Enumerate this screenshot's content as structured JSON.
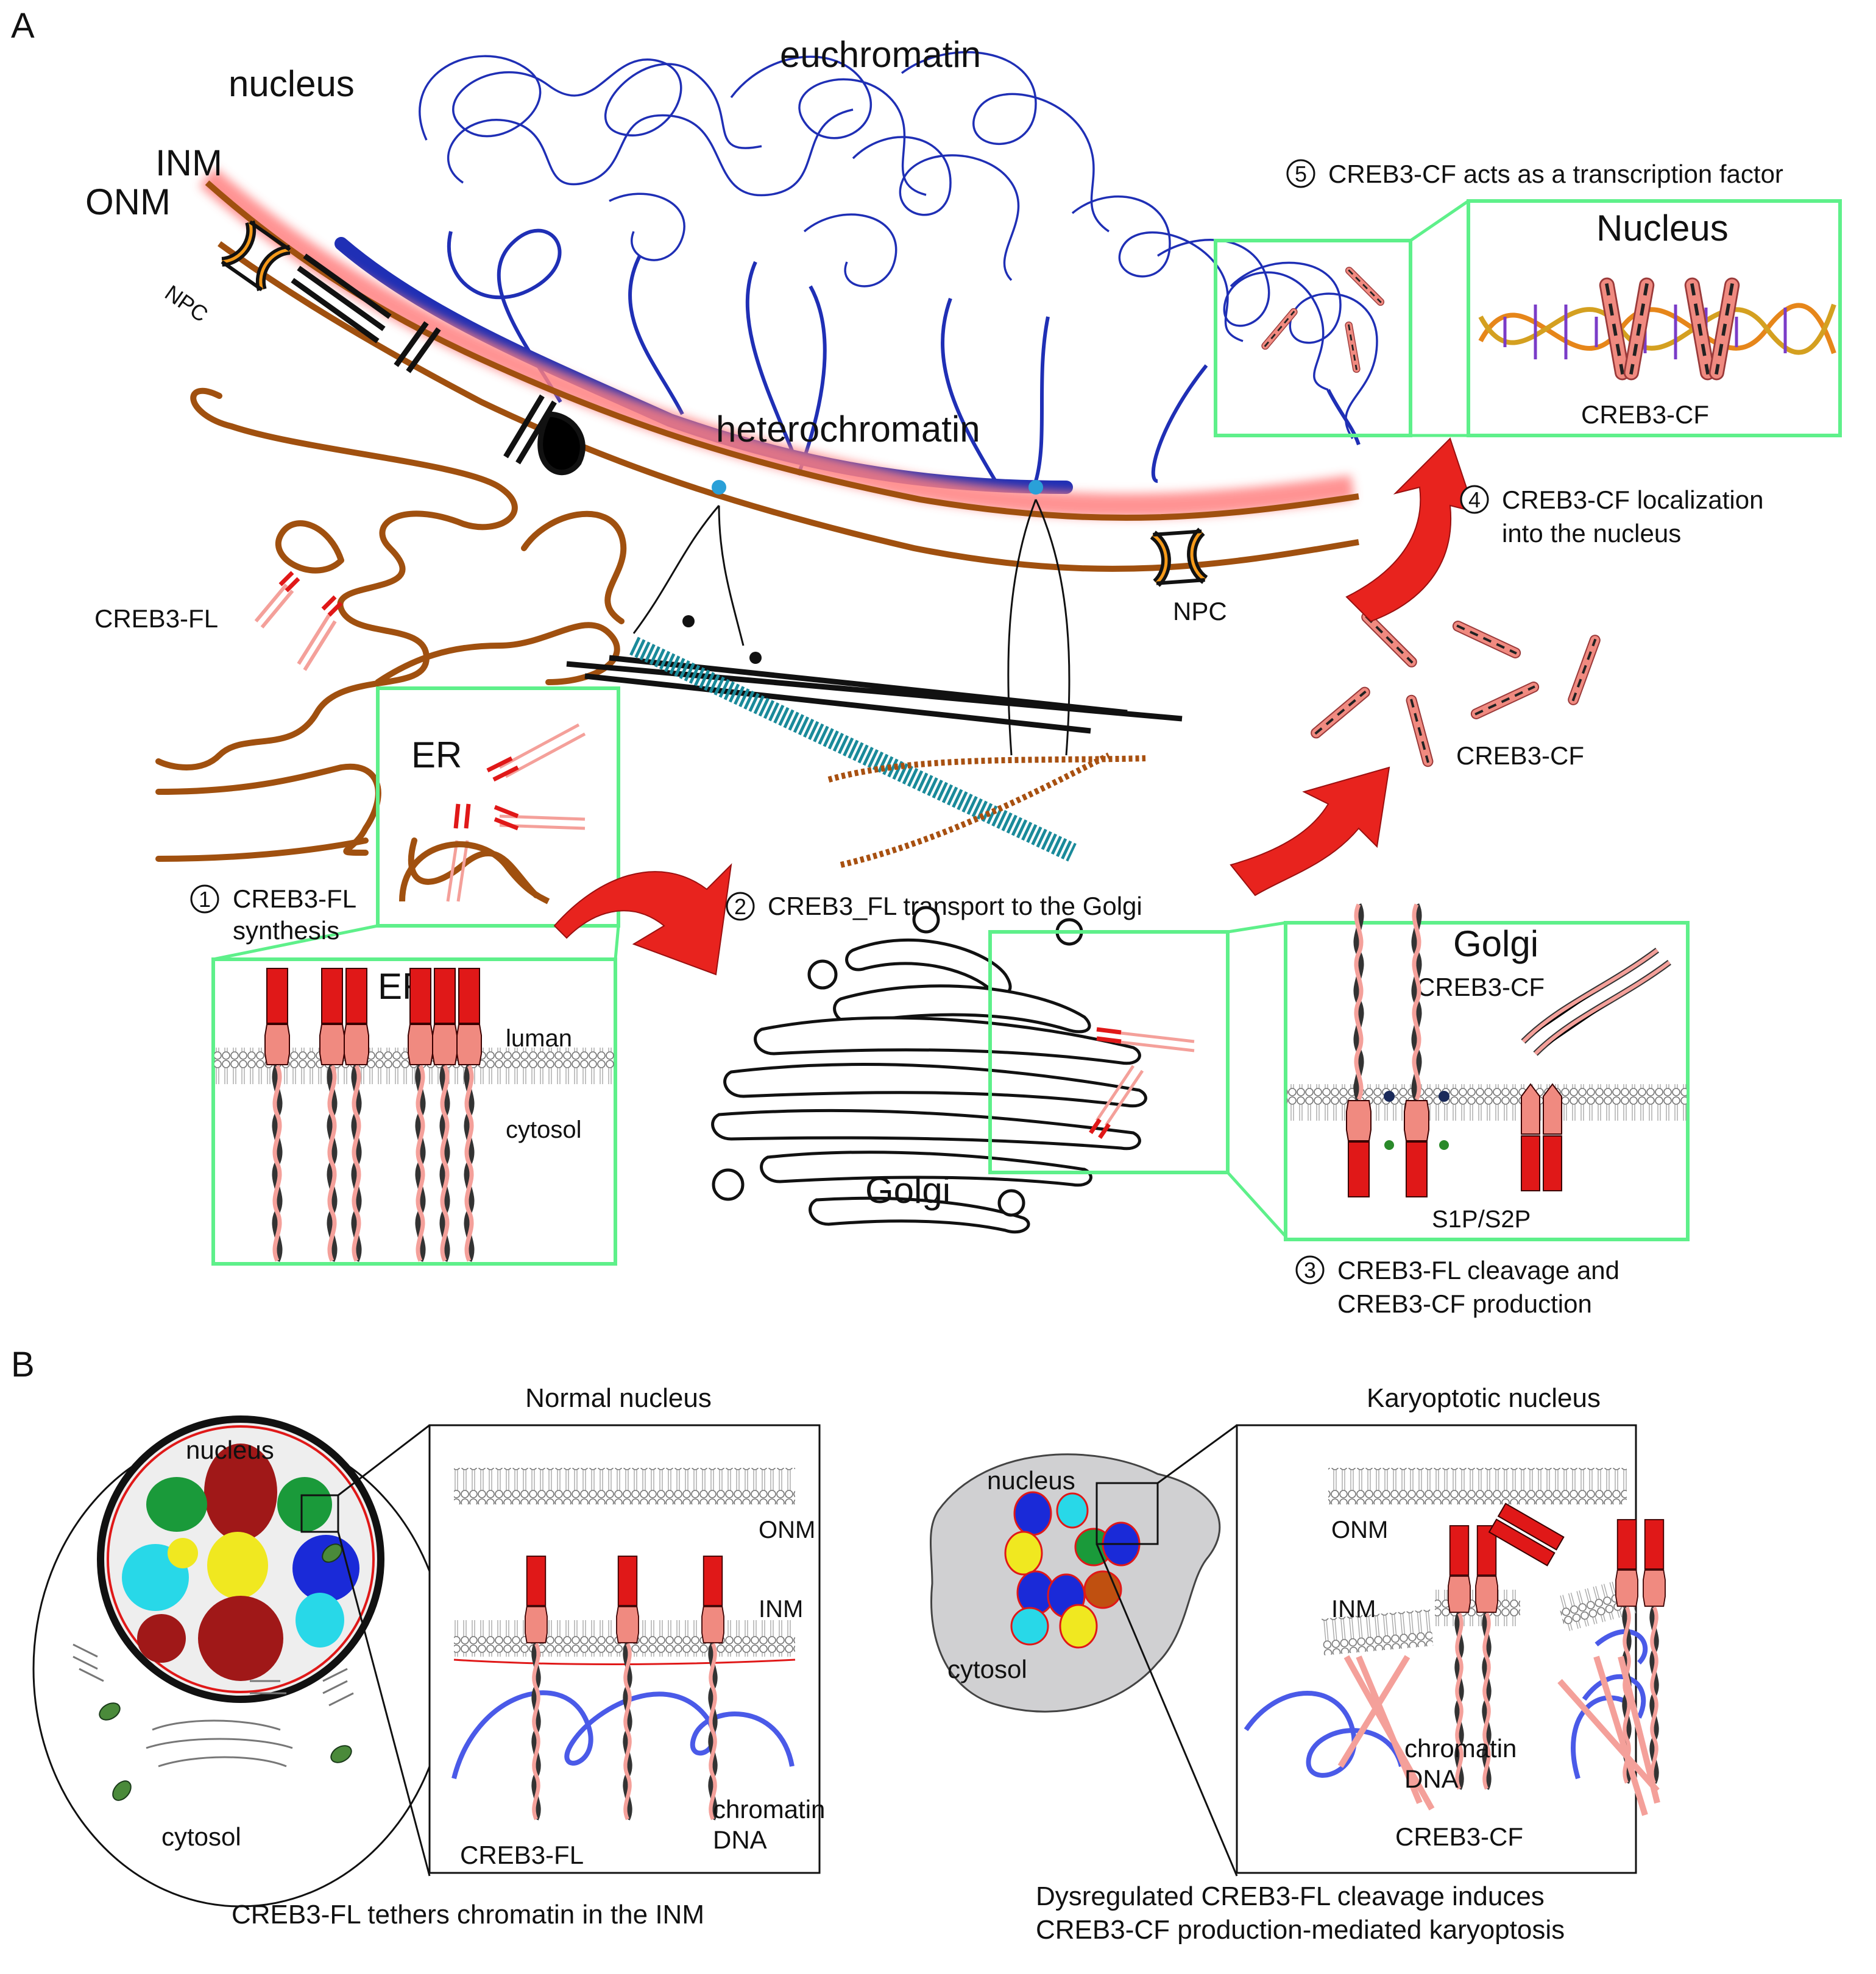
{
  "panel_a": {
    "letter": "A",
    "labels": {
      "nucleus": "nucleus",
      "euchromatin": "euchromatin",
      "inm": "INM",
      "onm": "ONM",
      "npc_top": "NPC",
      "npc_right": "NPC",
      "heterochromatin": "heterochromatin",
      "creb3_fl": "CREB3-FL",
      "er_main": "ER",
      "creb3_cf_cytosol": "CREB3-CF",
      "golgi_main": "Golgi"
    },
    "steps": {
      "step1_num": "1",
      "step1_line1": "CREB3-FL",
      "step1_line2": "synthesis",
      "step2_num": "2",
      "step2_text": "CREB3_FL transport to the Golgi",
      "step3_num": "3",
      "step3_line1": "CREB3-FL cleavage and",
      "step3_line2": "CREB3-CF production",
      "step4_num": "4",
      "step4_line1": "CREB3-CF localization",
      "step4_line2": "into the nucleus",
      "step5_num": "5",
      "step5_text": "CREB3-CF acts as a transcription factor"
    },
    "inset_er": {
      "title": "ER",
      "luman": "luman",
      "cytosol": "cytosol"
    },
    "inset_golgi": {
      "title": "Golgi",
      "creb3_cf": "CREB3-CF",
      "protease": "S1P/S2P"
    },
    "inset_nucleus": {
      "title": "Nucleus",
      "creb3_cf": "CREB3-CF"
    }
  },
  "panel_b": {
    "letter": "B",
    "normal": {
      "title": "Normal nucleus",
      "cell_nucleus": "nucleus",
      "cell_cytosol": "cytosol",
      "onm": "ONM",
      "inm": "INM",
      "creb3_fl": "CREB3-FL",
      "chromatin_line1": "chromatin",
      "chromatin_line2": "DNA",
      "caption": "CREB3-FL tethers chromatin in the INM"
    },
    "karyoptotic": {
      "title": "Karyoptotic nucleus",
      "cell_nucleus": "nucleus",
      "cell_cytosol": "cytosol",
      "onm": "ONM",
      "inm": "INM",
      "chromatin_line1": "chromatin",
      "chromatin_line2": "DNA",
      "creb3_cf": "CREB3-CF",
      "caption_line1": "Dysregulated CREB3-FL cleavage induces",
      "caption_line2": "CREB3-CF production-mediated karyoptosis"
    }
  },
  "colors": {
    "er_membrane": "#a0500f",
    "chromatin": "#1f2fb5",
    "inset_frame": "#5ef08a",
    "arrow": "#e8231e",
    "protein_red": "#e01818",
    "protein_pink": "#f08a80",
    "inm_glow": "#ff8080",
    "npc_orange": "#f59a1a",
    "microtubule": "#1a8a9a",
    "actin": "#a85010"
  }
}
